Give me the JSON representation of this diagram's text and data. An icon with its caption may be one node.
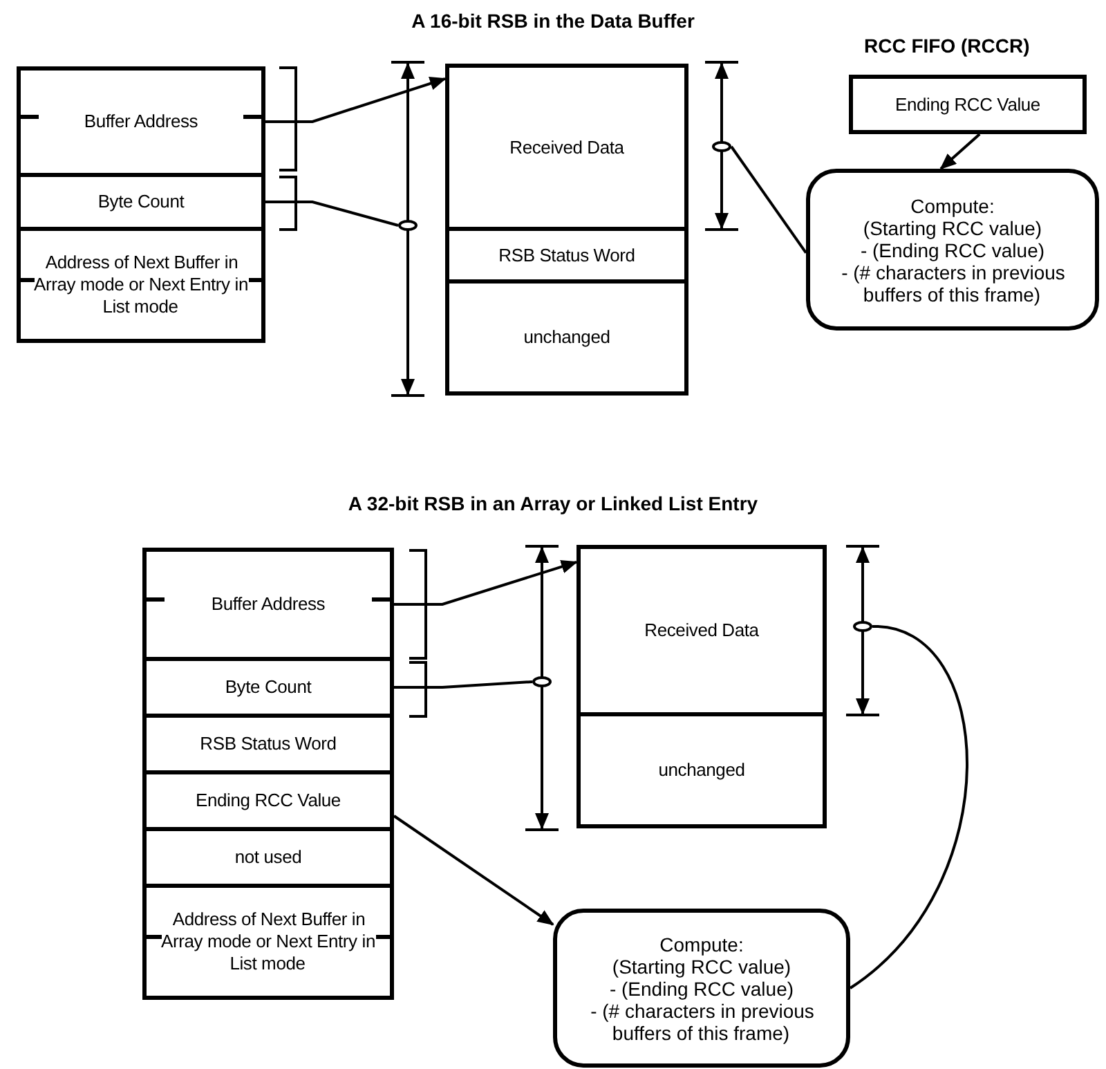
{
  "diagram": {
    "nodes": [
      {
        "text": [
          "Buffer Address"
        ]
      },
      {
        "text": [
          "Byte Count"
        ]
      },
      {
        "text": [
          "Address of Next Buffer in Array mode or Next Entry in List mode"
        ]
      },
      {
        "text": [],
        "shape": "circle"
      },
      {
        "text": [
          "Received Data"
        ]
      },
      {
        "text": [
          "RSB Status Word"
        ]
      },
      {
        "text": [
          "unchanged"
        ]
      },
      {
        "text": [],
        "shape": "circle"
      },
      {
        "text": [
          "Ending RCC Value"
        ],
        "beside": [
          "RCC FIFO (RCCR)"
        ]
      },
      {
        "text": [
          "Compute:",
          "(Starting RCC value)",
          "- (Ending RCC value)",
          "- (# characters in previous buffers of this frame)"
        ]
      },
      {
        "text": [
          "Buffer Address"
        ]
      },
      {
        "text": [
          "Byte Count"
        ]
      },
      {
        "text": [
          "RSB Status Word"
        ]
      },
      {
        "text": [
          "Ending RCC Value"
        ]
      },
      {
        "text": [
          "not used"
        ]
      },
      {
        "text": [
          "Address of Next Buffer in Array mode or Next Entry in List mode"
        ]
      },
      {
        "text": [],
        "shape": "circle"
      },
      {
        "text": [
          "Received Data"
        ]
      },
      {
        "text": [
          "unchanged"
        ]
      },
      {
        "text": [],
        "shape": "circle"
      },
      {
        "text": [
          "Compute:",
          "(Starting RCC value)",
          "- (Ending RCC value)",
          "- (# characters in previous buffers of this frame)"
        ]
      }
    ],
    "edges": [
      {
        "from": 0,
        "to": 4,
        "arrow": "to"
      },
      {
        "from": 1,
        "to": 3,
        "arrow": "none"
      },
      {
        "from": 8,
        "to": 9,
        "arrow": "to"
      },
      {
        "from": 9,
        "to": 7,
        "arrow": "none"
      },
      {
        "from": 10,
        "to": 17,
        "arrow": "to"
      },
      {
        "from": 11,
        "to": 16,
        "arrow": "none"
      },
      {
        "from": 13,
        "to": 20,
        "arrow": "to"
      },
      {
        "from": 20,
        "to": 19,
        "arrow": "none"
      }
    ],
    "labels": [
      "A 16-bit RSB in the Data Buffer",
      "A 32-bit RSB in an Array or Linked List Entry"
    ]
  }
}
